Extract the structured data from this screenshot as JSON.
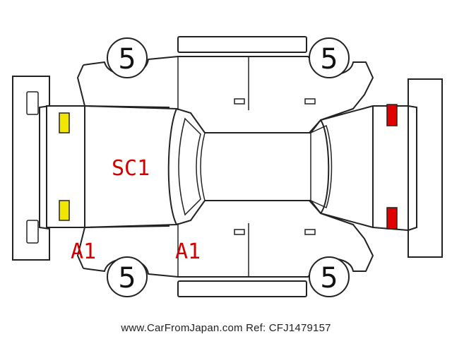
{
  "diagram": {
    "wheels": {
      "front_left": "5",
      "front_right": "5",
      "rear_left": "5",
      "rear_right": "5"
    },
    "damage_codes": {
      "hood": "SC1",
      "front_bumper_left": "A1",
      "front_pillar_left": "A1"
    },
    "colors": {
      "outline": "#222222",
      "damage_text": "#d40000",
      "front_lamp": "#f2e600",
      "rear_lamp": "#e00000"
    }
  },
  "footer": {
    "watermark": "www.CarFromJapan.com Ref: CFJ1479157"
  }
}
